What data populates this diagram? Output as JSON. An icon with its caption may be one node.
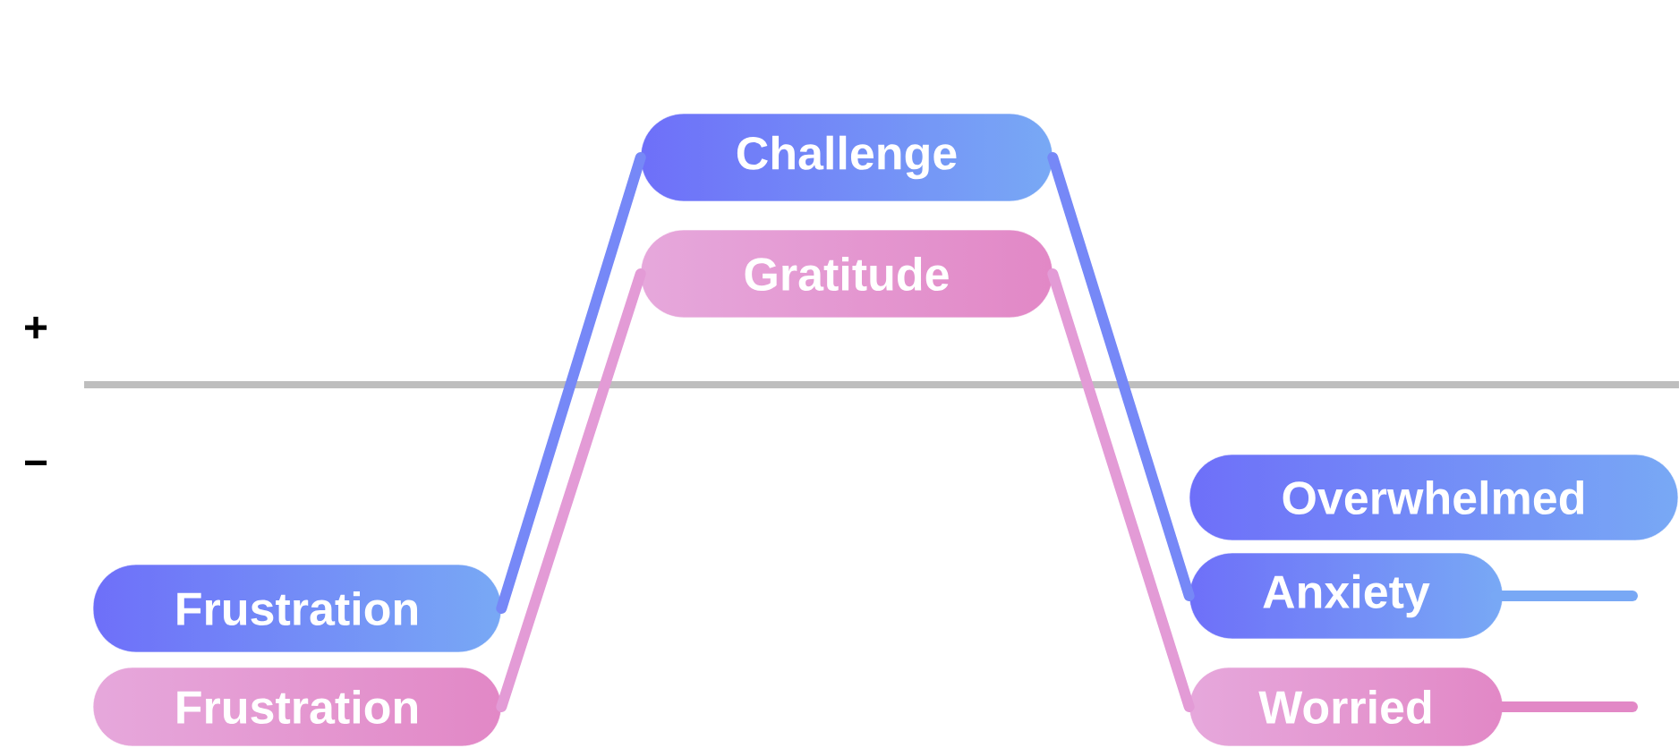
{
  "diagram": {
    "nodes": [
      {
        "text": [
          "Challenge"
        ]
      },
      {
        "text": [
          "Gratitude"
        ]
      },
      {
        "text": [
          "Frustration"
        ]
      },
      {
        "text": [
          "Frustration"
        ]
      },
      {
        "text": [
          "Overwhelmed"
        ]
      },
      {
        "text": [
          "Anxiety"
        ]
      },
      {
        "text": [
          "Worried"
        ]
      }
    ],
    "edges": [
      {
        "from": 2,
        "to": 0,
        "arrow": "none",
        "color": "#7688f7"
      },
      {
        "from": 0,
        "to": 5,
        "arrow": "none",
        "color": "#7688f7"
      },
      {
        "from": 3,
        "to": 1,
        "arrow": "none",
        "color": "#e39bd6"
      },
      {
        "from": 1,
        "to": 6,
        "arrow": "none",
        "color": "#e39bd6"
      },
      {
        "from": 5,
        "to": null,
        "arrow": "none",
        "color": "#78a8f5"
      },
      {
        "from": 6,
        "to": null,
        "arrow": "none",
        "color": "#e288c6"
      }
    ],
    "labels": [
      "+",
      "−"
    ]
  }
}
